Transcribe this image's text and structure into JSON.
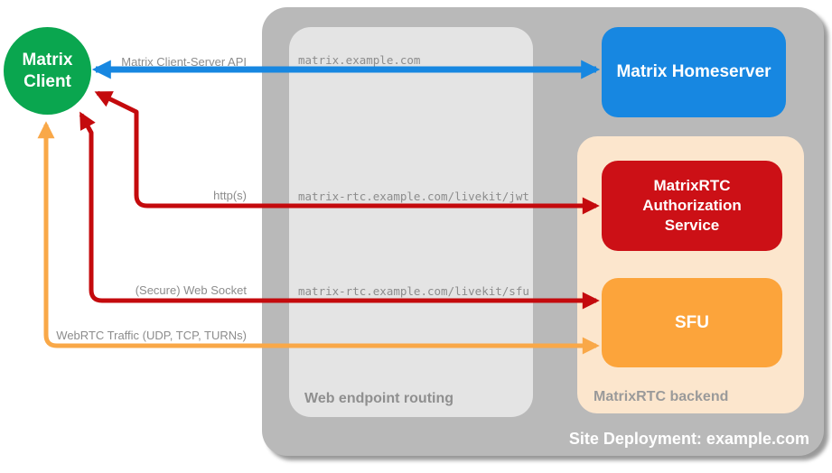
{
  "diagram_title": "Site Deployment: example.com",
  "nodes": {
    "client": {
      "label": "Matrix Client",
      "color": "#0aa64f",
      "shape": "circle"
    },
    "homeserver": {
      "label": "Matrix Homeserver",
      "color": "#1787e1"
    },
    "auth_service": {
      "label": "MatrixRTC Authorization Service",
      "color": "#cc1016"
    },
    "sfu": {
      "label": "SFU",
      "color": "#fca43b"
    }
  },
  "groups": {
    "site_deployment": {
      "label": "Site Deployment: example.com",
      "color": "#b9b9b9"
    },
    "web_endpoint_routing": {
      "label": "Web endpoint routing",
      "color": "#e4e4e4"
    },
    "matrixrtc_backend": {
      "label": "MatrixRTC backend",
      "color": "#fce6cd"
    }
  },
  "routing": {
    "urls": [
      "matrix.example.com",
      "matrix-rtc.example.com/livekit/jwt",
      "matrix-rtc.example.com/livekit/sfu"
    ]
  },
  "connections": [
    {
      "label": "Matrix Client-Server API",
      "from": "Matrix Client",
      "to": "Matrix Homeserver",
      "color": "#1787e1",
      "bidirectional": true
    },
    {
      "label": "http(s)",
      "from": "Matrix Client",
      "to": "MatrixRTC Authorization Service",
      "color": "#c40a0d",
      "bidirectional": true
    },
    {
      "label": "(Secure) Web Socket",
      "from": "Matrix Client",
      "to": "SFU",
      "color": "#c40a0d",
      "bidirectional": true
    },
    {
      "label": "WebRTC Traffic (UDP, TCP, TURNs)",
      "from": "Matrix Client",
      "to": "SFU",
      "color": "#f9a848",
      "bidirectional": true
    }
  ]
}
